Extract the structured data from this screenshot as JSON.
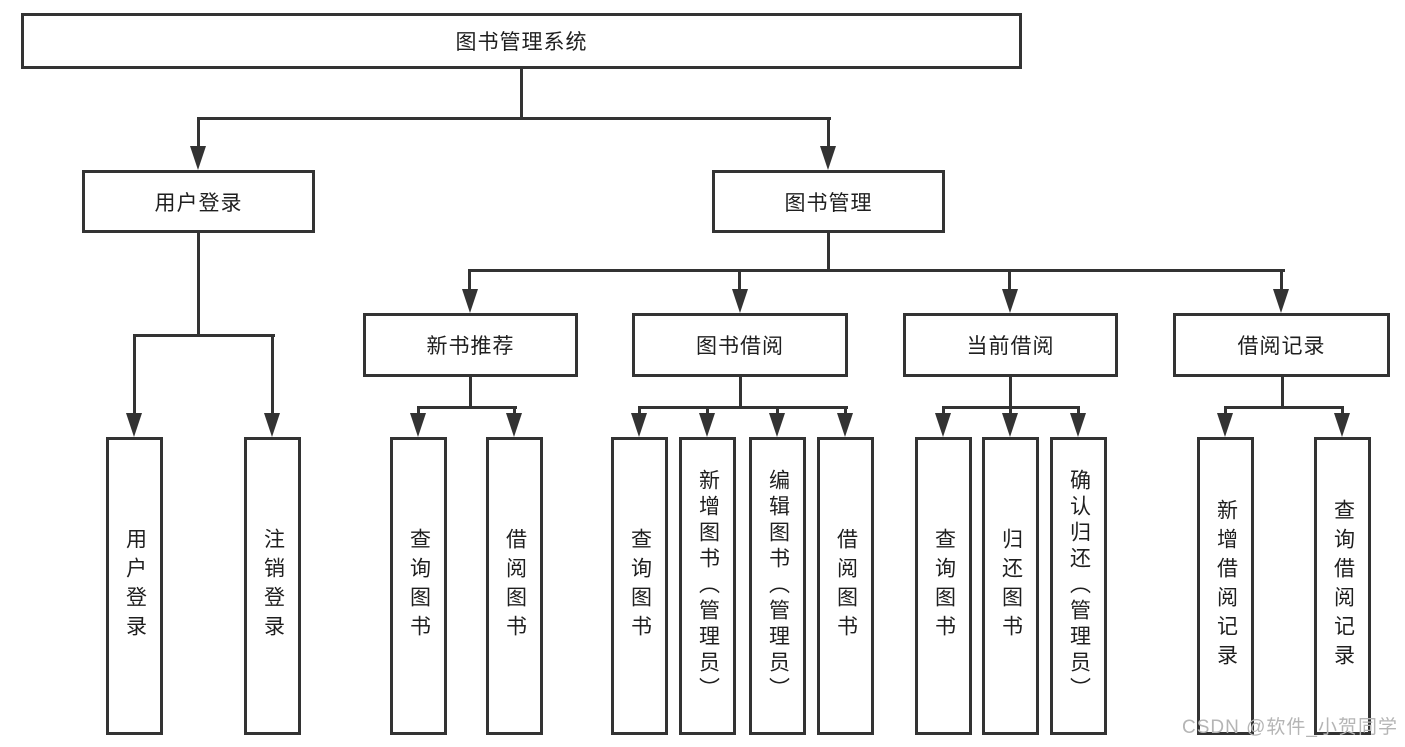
{
  "diagram": {
    "root_label": "图书管理系统",
    "branches": [
      {
        "label": "用户登录",
        "children": [
          {
            "label": "用户登录"
          },
          {
            "label": "注销登录"
          }
        ]
      },
      {
        "label": "图书管理",
        "children": [
          {
            "label": "新书推荐",
            "children": [
              {
                "label": "查询图书"
              },
              {
                "label": "借阅图书"
              }
            ]
          },
          {
            "label": "图书借阅",
            "children": [
              {
                "label": "查询图书"
              },
              {
                "label": "新增图书（管理员）"
              },
              {
                "label": "编辑图书（管理员）"
              },
              {
                "label": "借阅图书"
              }
            ]
          },
          {
            "label": "当前借阅",
            "children": [
              {
                "label": "查询图书"
              },
              {
                "label": "归还图书"
              },
              {
                "label": "确认归还（管理员）"
              }
            ]
          },
          {
            "label": "借阅记录",
            "children": [
              {
                "label": "新增借阅记录"
              },
              {
                "label": "查询借阅记录"
              }
            ]
          }
        ]
      }
    ],
    "watermark": "CSDN @软件_小贺同学",
    "colors": {
      "line": "#333333",
      "text": "#1f1f1f",
      "watermark": "#b5b5b5",
      "background": "#ffffff"
    }
  }
}
